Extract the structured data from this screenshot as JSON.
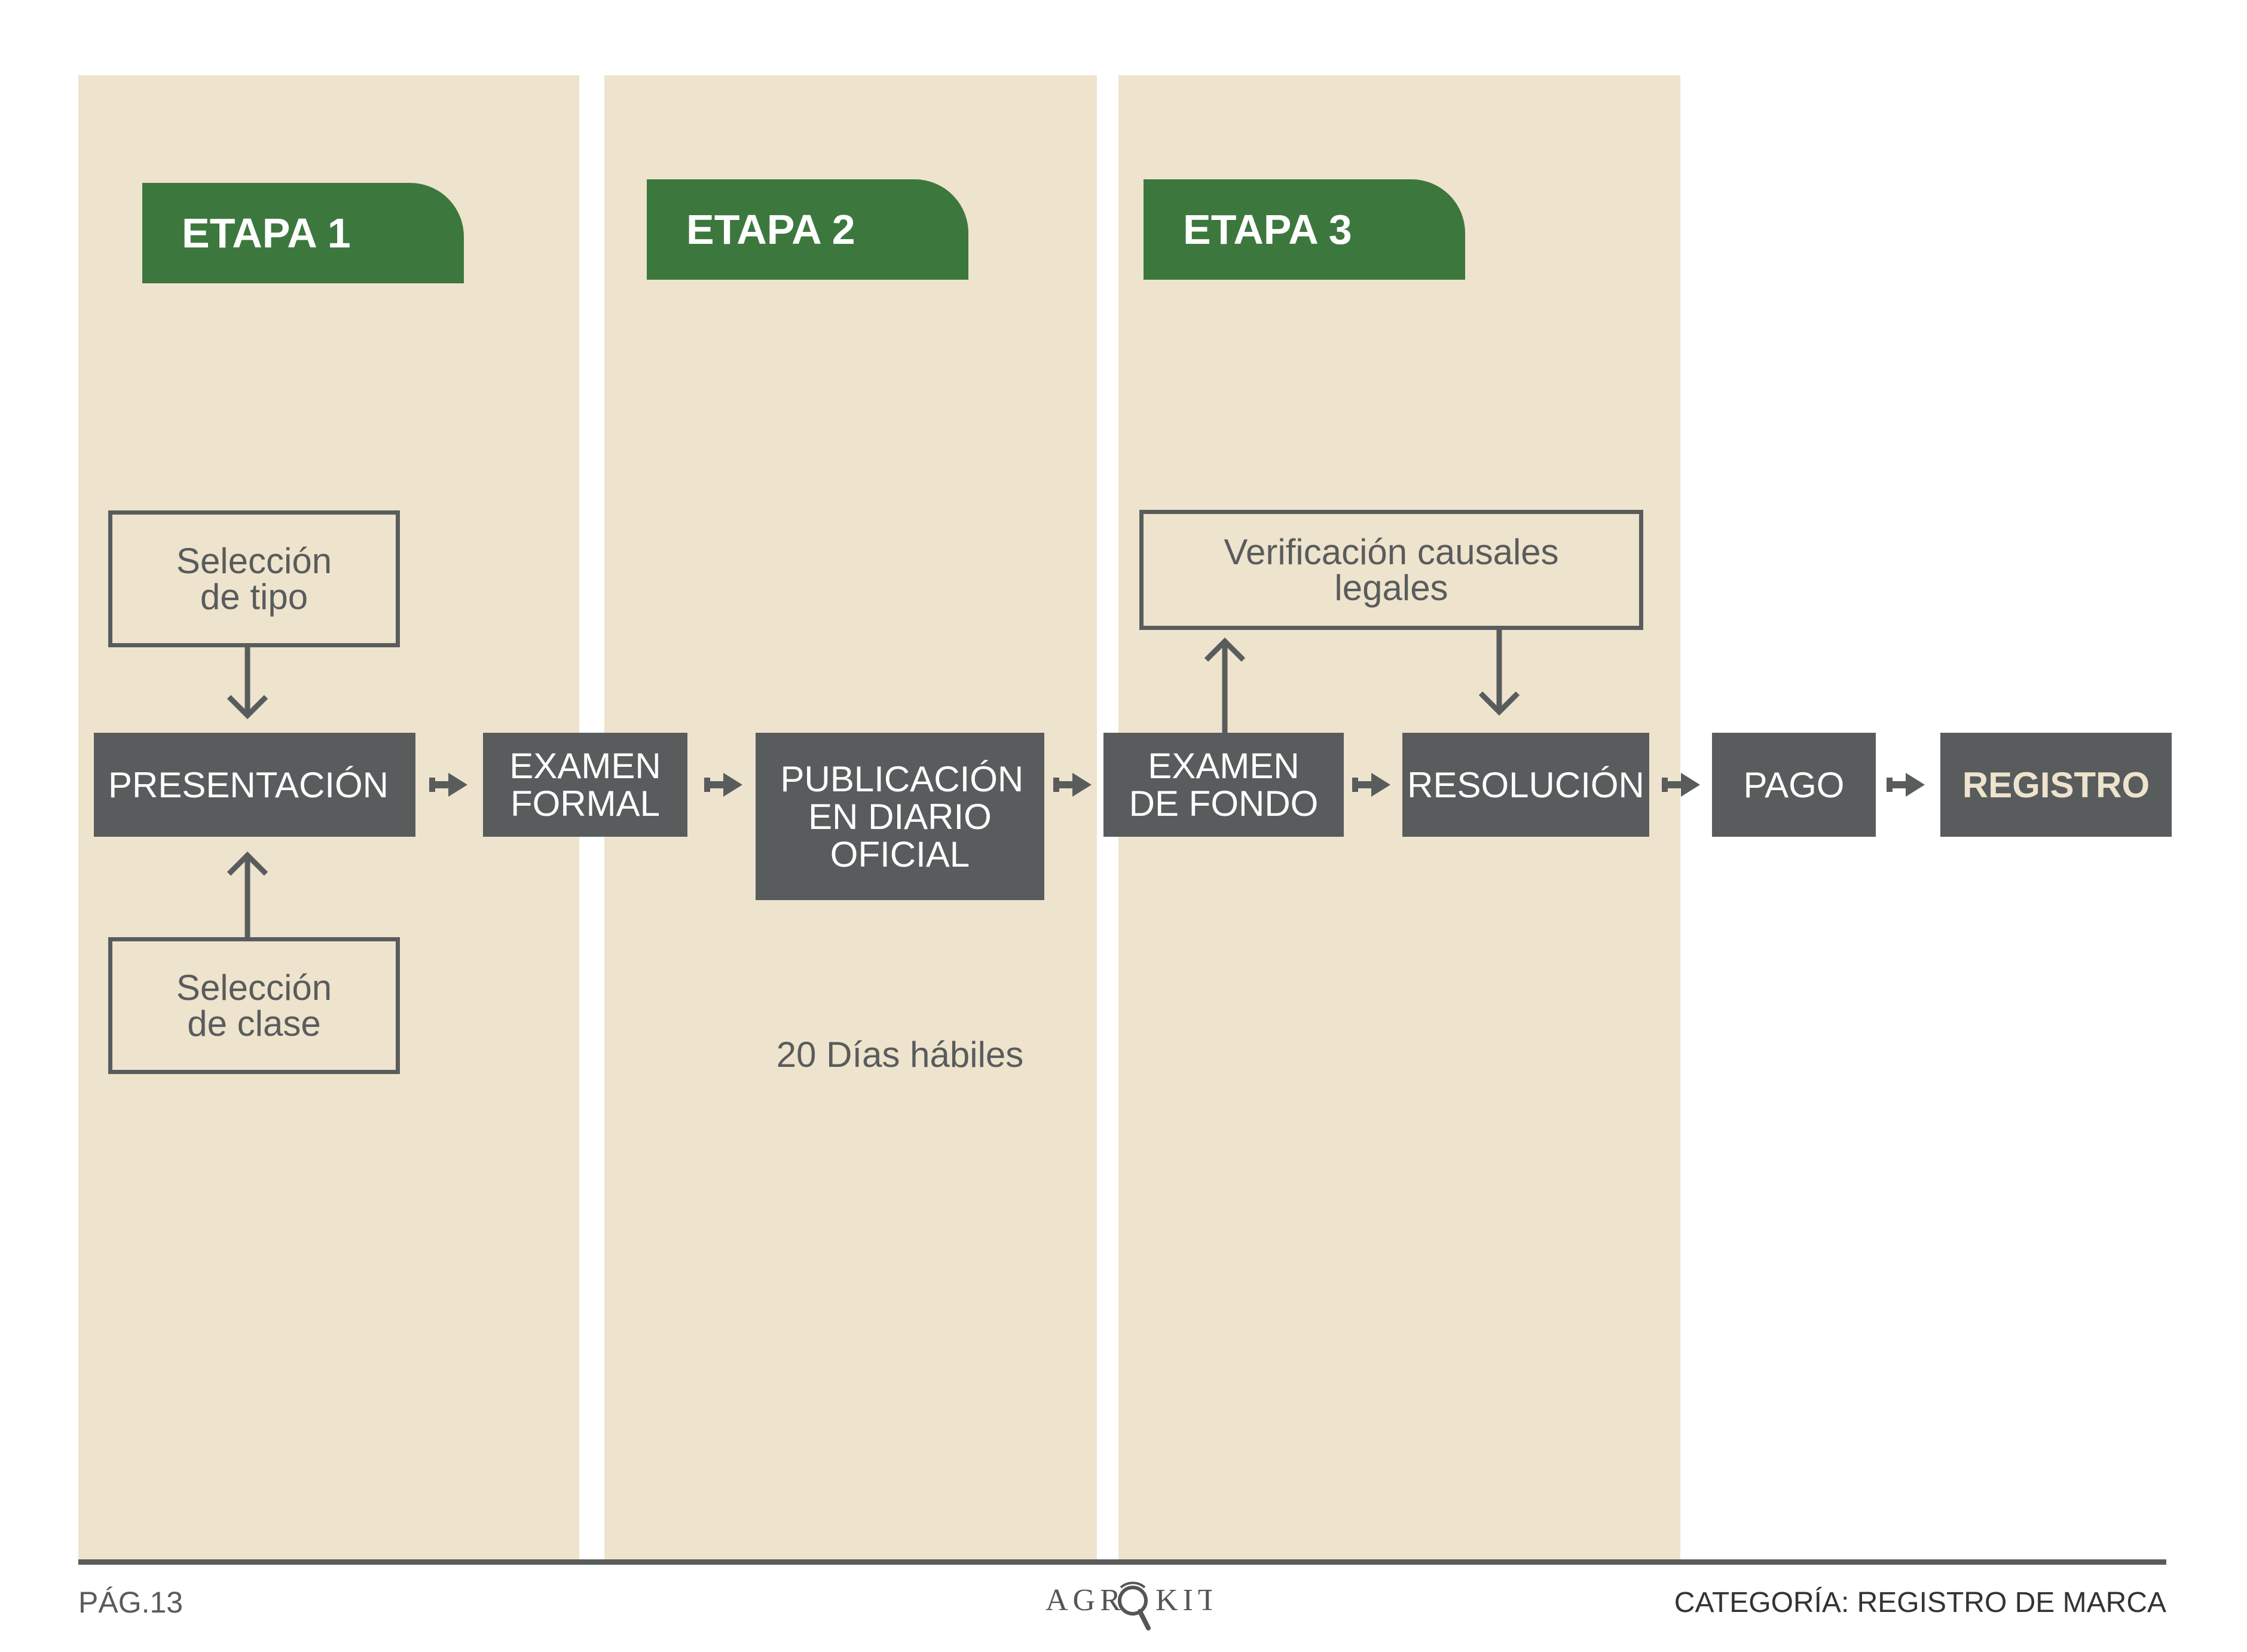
{
  "stages": [
    {
      "label": "ETAPA 1"
    },
    {
      "label": "ETAPA 2"
    },
    {
      "label": "ETAPA 3"
    }
  ],
  "process": {
    "presentacion": "PRESENTACIÓN",
    "examen_formal": "EXAMEN FORMAL",
    "publicacion": "PUBLICACIÓN EN DIARIO OFICIAL",
    "examen_fondo": "EXAMEN DE FONDO",
    "resolucion": "RESOLUCIÓN",
    "pago": "PAGO",
    "registro": "REGISTRO"
  },
  "inputs": {
    "seleccion_tipo": "Selección de tipo",
    "seleccion_clase": "Selección de clase",
    "verificacion": "Verificación causales legales"
  },
  "duration_note": "20 Días hábiles",
  "footer": {
    "page": "PÁG.13",
    "category": "CATEGORÍA: REGISTRO DE MARCA",
    "logo_text": "AGROKIT"
  },
  "colors": {
    "band": "#EEE3CC",
    "stage_tag": "#3C783D",
    "step_box": "#595C5D",
    "registro_text": "#EEE3CC"
  }
}
